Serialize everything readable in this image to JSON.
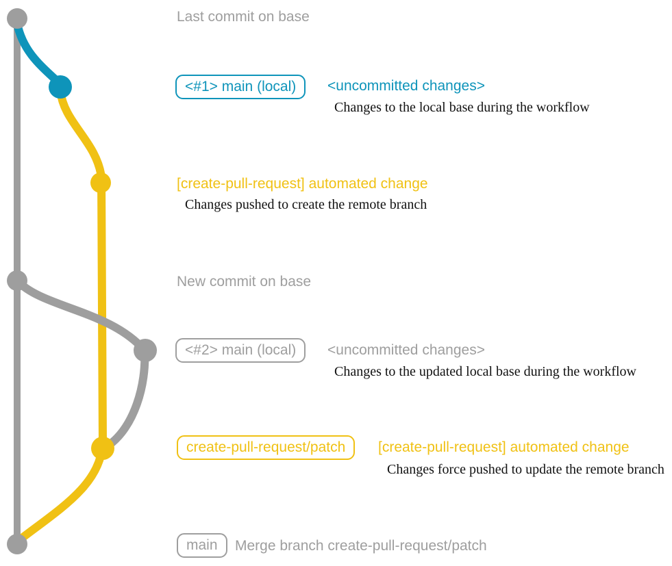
{
  "colors": {
    "gray": "#9e9e9e",
    "teal": "#0e94ba",
    "yellow": "#f0c114",
    "ink": "#111111",
    "bg": "#ffffff"
  },
  "graph": {
    "type": "git-branch-diagram",
    "branches": [
      {
        "name": "base",
        "color": "gray"
      },
      {
        "name": "main (local)",
        "color_segment_1": "teal",
        "color_segment_2": "gray"
      },
      {
        "name": "create-pull-request/patch",
        "color": "yellow"
      }
    ],
    "nodes": [
      {
        "id": "base-tip",
        "color": "gray",
        "annotation": "Last commit on base"
      },
      {
        "id": "local-commit-1",
        "color": "teal",
        "annotation": "<#1> main (local)"
      },
      {
        "id": "patch-commit-1",
        "color": "yellow",
        "annotation": "[create-pull-request] automated change"
      },
      {
        "id": "base-new-commit",
        "color": "gray",
        "annotation": "New commit on base"
      },
      {
        "id": "local-commit-2",
        "color": "gray",
        "annotation": "<#2> main (local)"
      },
      {
        "id": "patch-commit-2",
        "color": "yellow",
        "annotation": "create-pull-request/patch"
      },
      {
        "id": "merge-commit",
        "color": "gray",
        "annotation": "main"
      }
    ]
  },
  "annotations": {
    "last_commit": {
      "text": "Last commit on base"
    },
    "commit1": {
      "tag": "<#1> main (local)",
      "title": "<uncommitted changes>",
      "description": "Changes to the local base during the workflow"
    },
    "push1": {
      "title": "[create-pull-request] automated change",
      "description": "Changes pushed to create the remote branch"
    },
    "new_commit": {
      "text": "New commit on base"
    },
    "commit2": {
      "tag": "<#2> main (local)",
      "title": "<uncommitted changes>",
      "description": "Changes to the updated local base during the workflow"
    },
    "push2": {
      "tag": "create-pull-request/patch",
      "title": "[create-pull-request] automated change",
      "description": "Changes force pushed to update the remote branch"
    },
    "merge": {
      "tag": "main",
      "title": "Merge branch create-pull-request/patch"
    }
  }
}
